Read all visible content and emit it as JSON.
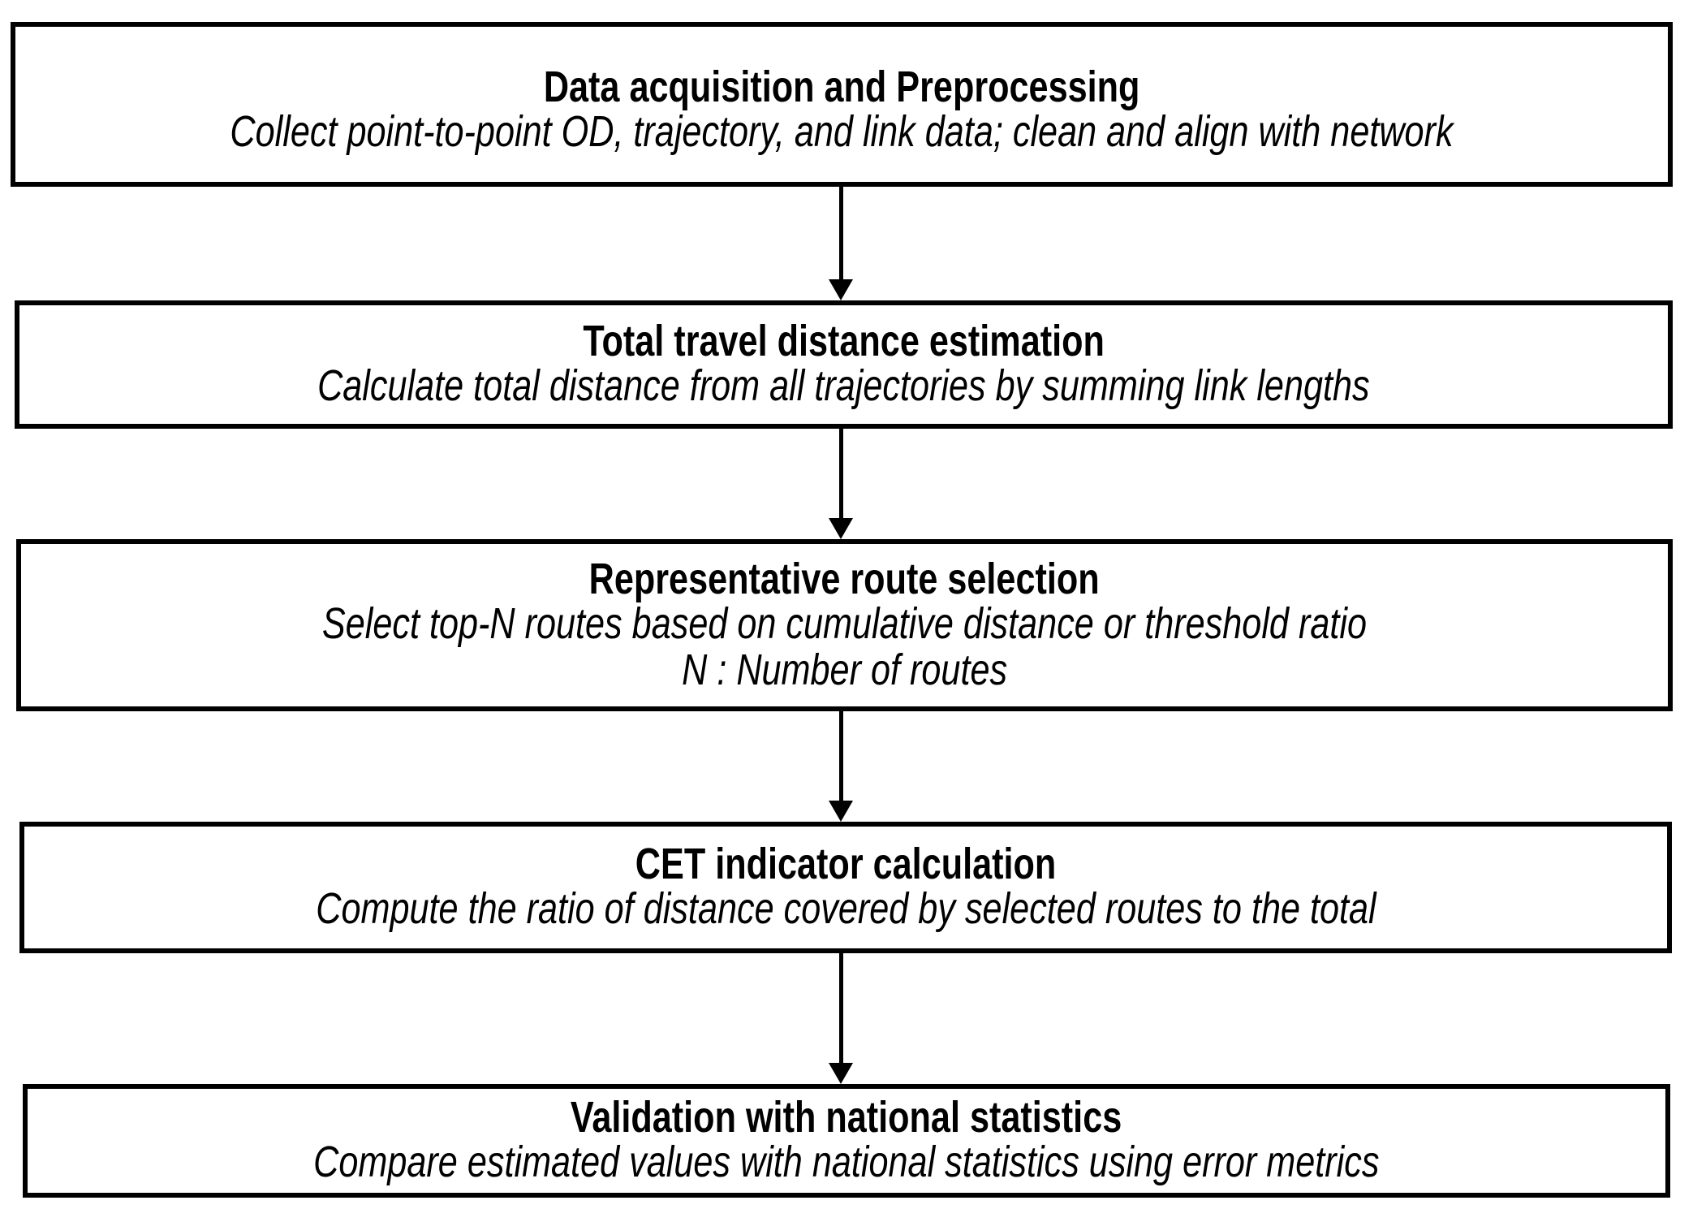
{
  "diagram": {
    "type": "flowchart",
    "orientation": "vertical",
    "colors": {
      "border": "#000000",
      "background": "#ffffff",
      "text": "#000000"
    },
    "nodes": [
      {
        "id": "data-acquisition-and-preprocessing",
        "title": "Data acquisition and Preprocessing",
        "lines": [
          "Collect point-to-point OD, trajectory, and link data; clean and align with network"
        ]
      },
      {
        "id": "total-travel-distance-estimation",
        "title": "Total travel distance estimation",
        "lines": [
          "Calculate total distance from all trajectories by summing link lengths"
        ]
      },
      {
        "id": "representative-route-selection",
        "title": "Representative route selection",
        "lines": [
          "Select top-N routes based on cumulative distance or threshold ratio",
          "N : Number of routes"
        ]
      },
      {
        "id": "cet-indicator-calculation",
        "title": "CET indicator calculation",
        "lines": [
          "Compute the ratio of distance covered by selected routes to the total"
        ]
      },
      {
        "id": "validation-with-national-statistics",
        "title": "Validation with national statistics",
        "lines": [
          "Compare estimated values with national statistics using error metrics"
        ]
      }
    ],
    "connectors": [
      {
        "id": "connector-1",
        "from": "data-acquisition-and-preprocessing",
        "to": "total-travel-distance-estimation",
        "icon": "down-arrow-icon"
      },
      {
        "id": "connector-2",
        "from": "total-travel-distance-estimation",
        "to": "representative-route-selection",
        "icon": "down-arrow-icon"
      },
      {
        "id": "connector-3",
        "from": "representative-route-selection",
        "to": "cet-indicator-calculation",
        "icon": "down-arrow-icon"
      },
      {
        "id": "connector-4",
        "from": "cet-indicator-calculation",
        "to": "validation-with-national-statistics",
        "icon": "down-arrow-icon"
      }
    ]
  }
}
